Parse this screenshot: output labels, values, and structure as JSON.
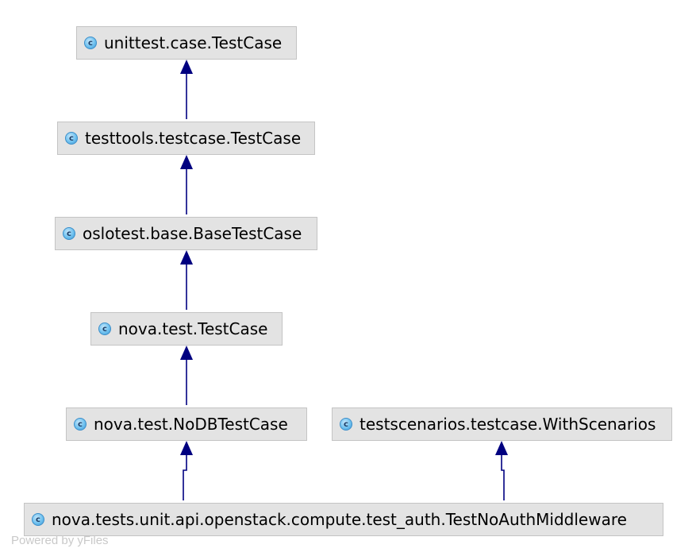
{
  "nodes": {
    "unittest": {
      "label": "unittest.case.TestCase",
      "icon_text": "c",
      "icon": "class-icon"
    },
    "testtools": {
      "label": "testtools.testcase.TestCase",
      "icon_text": "c",
      "icon": "class-icon"
    },
    "oslotest": {
      "label": "oslotest.base.BaseTestCase",
      "icon_text": "c",
      "icon": "class-icon"
    },
    "nova_testcase": {
      "label": "nova.test.TestCase",
      "icon_text": "c",
      "icon": "class-icon"
    },
    "nova_nodb": {
      "label": "nova.test.NoDBTestCase",
      "icon_text": "c",
      "icon": "class-icon"
    },
    "withscenarios": {
      "label": "testscenarios.testcase.WithScenarios",
      "icon_text": "c",
      "icon": "class-icon"
    },
    "noauth": {
      "label": "nova.tests.unit.api.openstack.compute.test_auth.TestNoAuthMiddleware",
      "icon_text": "c",
      "icon": "class-icon"
    }
  },
  "edge_color": "#000080",
  "footer": "Powered by yFiles"
}
